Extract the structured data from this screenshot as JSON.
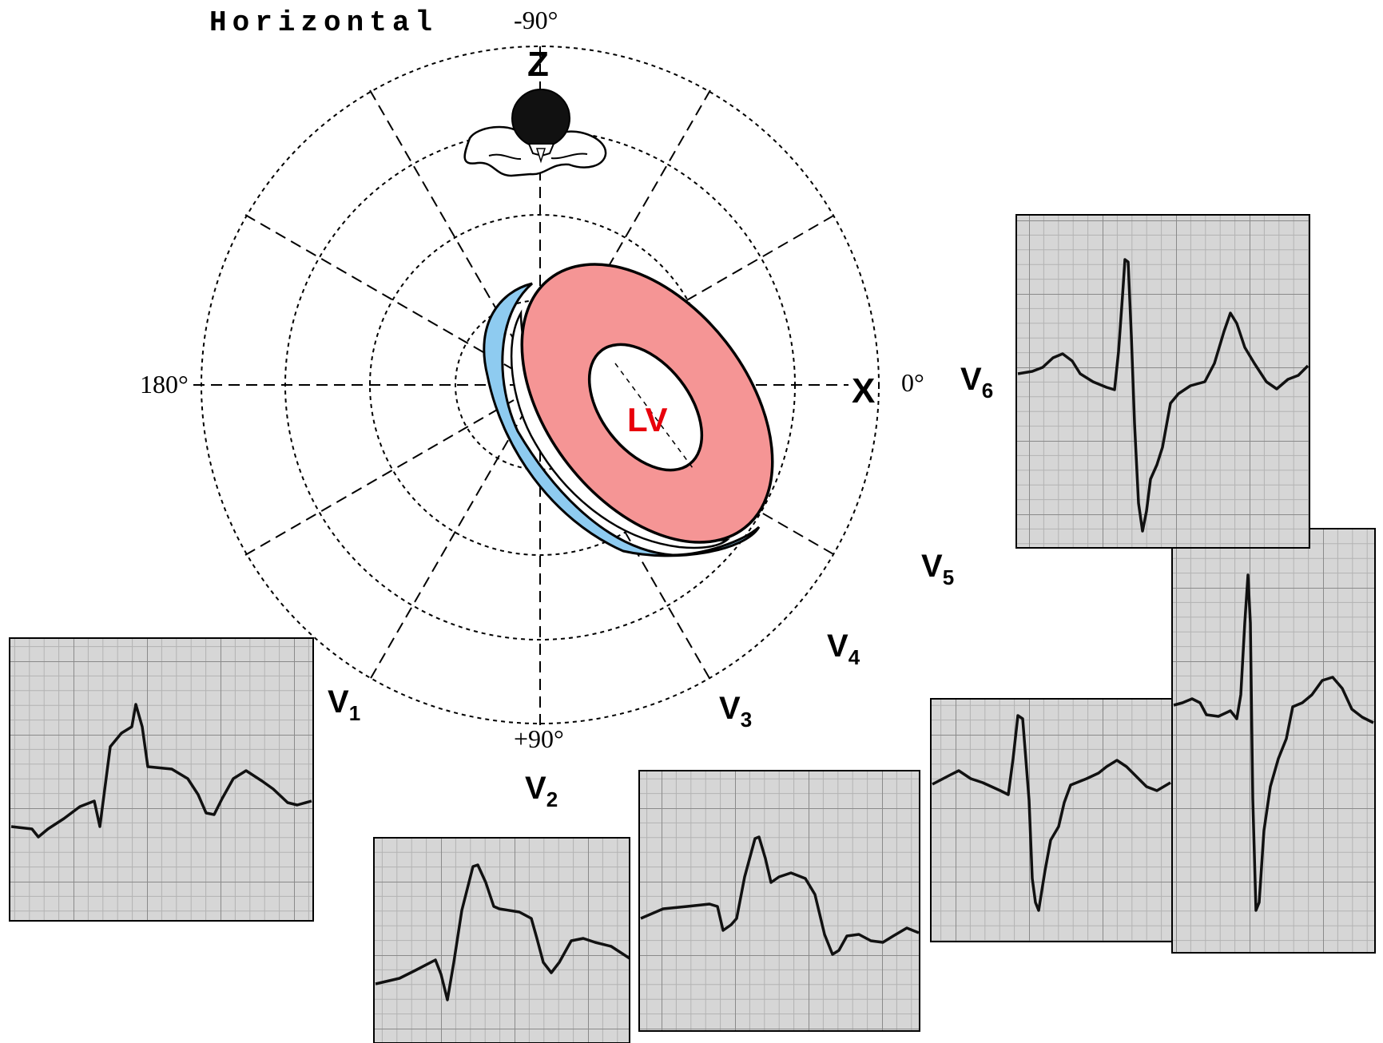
{
  "title": "Horizontal",
  "angles": {
    "top": "-90°",
    "bottom": "+90°",
    "left": "180°",
    "right": "0°"
  },
  "axes": {
    "z": "Z",
    "x": "X"
  },
  "chamber": "LV",
  "leads": [
    {
      "id": "v1",
      "base": "V",
      "sub": "1"
    },
    {
      "id": "v2",
      "base": "V",
      "sub": "2"
    },
    {
      "id": "v3",
      "base": "V",
      "sub": "3"
    },
    {
      "id": "v4",
      "base": "V",
      "sub": "4"
    },
    {
      "id": "v5",
      "base": "V",
      "sub": "5"
    },
    {
      "id": "v6",
      "base": "V",
      "sub": "6"
    }
  ],
  "colors": {
    "lv_wall": "#f59595",
    "rv_wall": "#8ecbf0",
    "lv_label": "#e8000b",
    "ecg_paper": "#d6d6d6",
    "ecg_grid": "#9a9a9a"
  }
}
